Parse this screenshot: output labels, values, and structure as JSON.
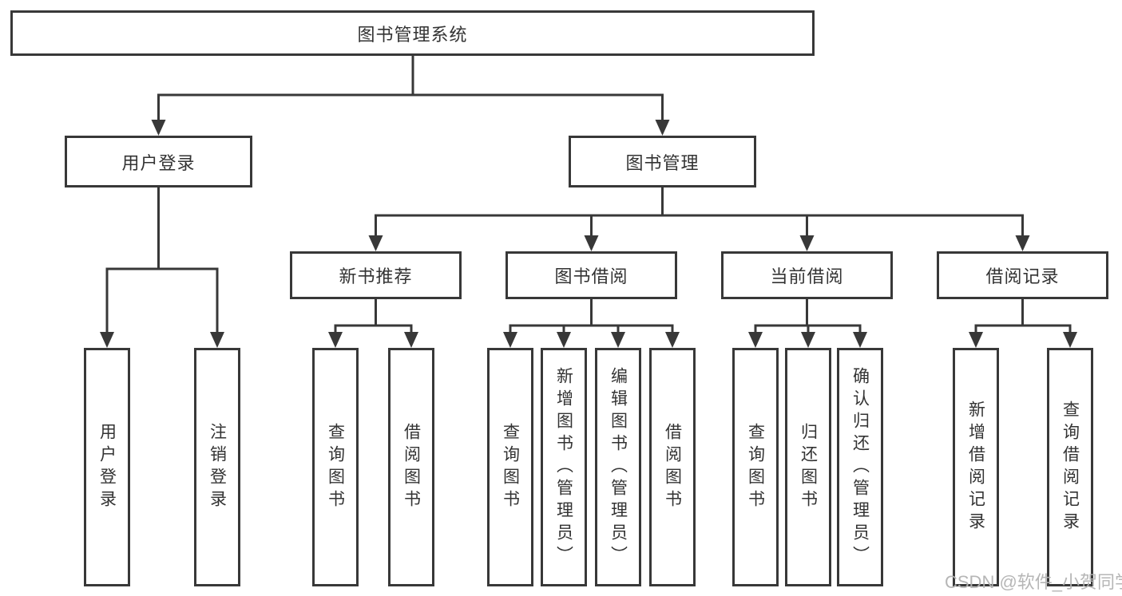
{
  "diagram_title": "图书管理系统",
  "tree": {
    "root": {
      "label": "图书管理系统"
    },
    "user_login": {
      "label": "用户登录",
      "leaves": [
        "用户登录",
        "注销登录"
      ]
    },
    "book_mgmt": {
      "label": "图书管理",
      "groups": [
        {
          "label": "新书推荐",
          "leaves": [
            "查询图书",
            "借阅图书"
          ]
        },
        {
          "label": "图书借阅",
          "leaves": [
            "查询图书",
            "新增图书（管理员）",
            "编辑图书（管理员）",
            "借阅图书"
          ]
        },
        {
          "label": "当前借阅",
          "leaves": [
            "查询图书",
            "归还图书",
            "确认归还（管理员）"
          ]
        },
        {
          "label": "借阅记录",
          "leaves": [
            "新增借阅记录",
            "查询借阅记录"
          ]
        }
      ]
    }
  },
  "watermark": "CSDN @软件_小贺同学",
  "colors": {
    "line": "#383838",
    "box_border": "#383838",
    "text": "#333333",
    "watermark": "#b2b2b2",
    "background": "#ffffff"
  }
}
